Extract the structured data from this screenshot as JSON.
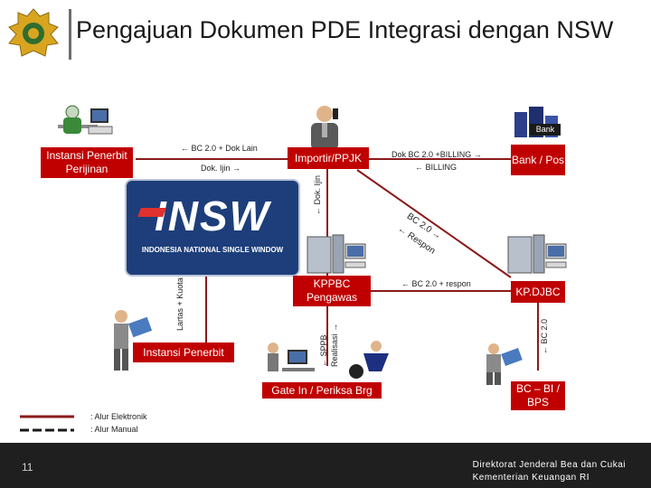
{
  "header": {
    "title": "Pengajuan Dokumen PDE Integrasi dengan NSW"
  },
  "nodes": {
    "instansi_perijinan": "Instansi Penerbit Perijinan",
    "importir": "Importir/PPJK",
    "bank_pos": "Bank / Pos",
    "bank_sign": "Bank",
    "kppbc": "KPPBC Pengawas",
    "kp_djbc": "KP.DJBC",
    "instansi_penerbit": "Instansi Penerbit",
    "gate_in": "Gate In / Periksa Brg",
    "bc_bi_bps": "BC – BI / BPS"
  },
  "logo": {
    "text": "INSW",
    "caption": "INDONESIA NATIONAL SINGLE WINDOW"
  },
  "flows": {
    "bc20_dok_lain": "← BC 2.0 + Dok Lain",
    "dok_ijin": "Dok. Ijin →",
    "dok_bc20_billing": "Dok BC 2.0 +BILLING →",
    "billing": "← BILLING",
    "dok_ijin_vertical": "← Dok. Ijin",
    "bc20_diag": "BC 2.0 →",
    "respon_diag": "← Respon",
    "lartas": "Lartas + Kuota",
    "bc20_respon": "← BC 2.0 + respon",
    "bc20_vertical": "← BC 2.0",
    "sppb": "← SPPB",
    "realisasi": "Realisasi →"
  },
  "legend": {
    "elektronik": ": Alur Elektronik",
    "manual": ": Alur Manual"
  },
  "footer": {
    "page": "11",
    "org_line1": "Direktorat Jenderal Bea dan Cukai",
    "org_line2": "Kementerian Keuangan RI"
  },
  "colors": {
    "accent": "#c00000",
    "flow": "#8b1a1a",
    "footer": "#1f1f1f",
    "logo_bg": "#1d3e7a"
  }
}
